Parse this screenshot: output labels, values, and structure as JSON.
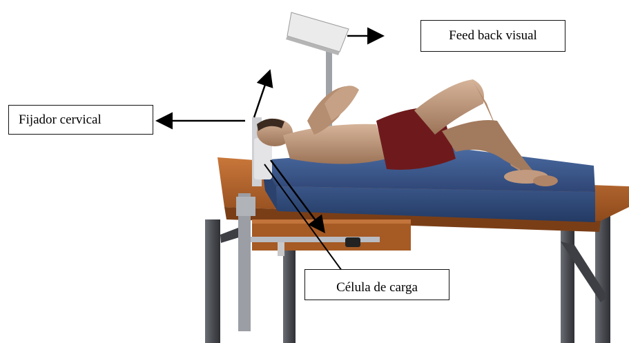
{
  "labels": {
    "feedback": "Feed back visual",
    "fijador": "Fijador cervical",
    "celula": "Célula de carga"
  },
  "colors": {
    "mattress": "#3e5b8e",
    "table_wood": "#b3642a",
    "table_legs": "#4d4f54",
    "skin": "#c29a7f",
    "shorts": "#6e1a1c",
    "monitor": "#ece8e8",
    "arrow": "#000000"
  }
}
